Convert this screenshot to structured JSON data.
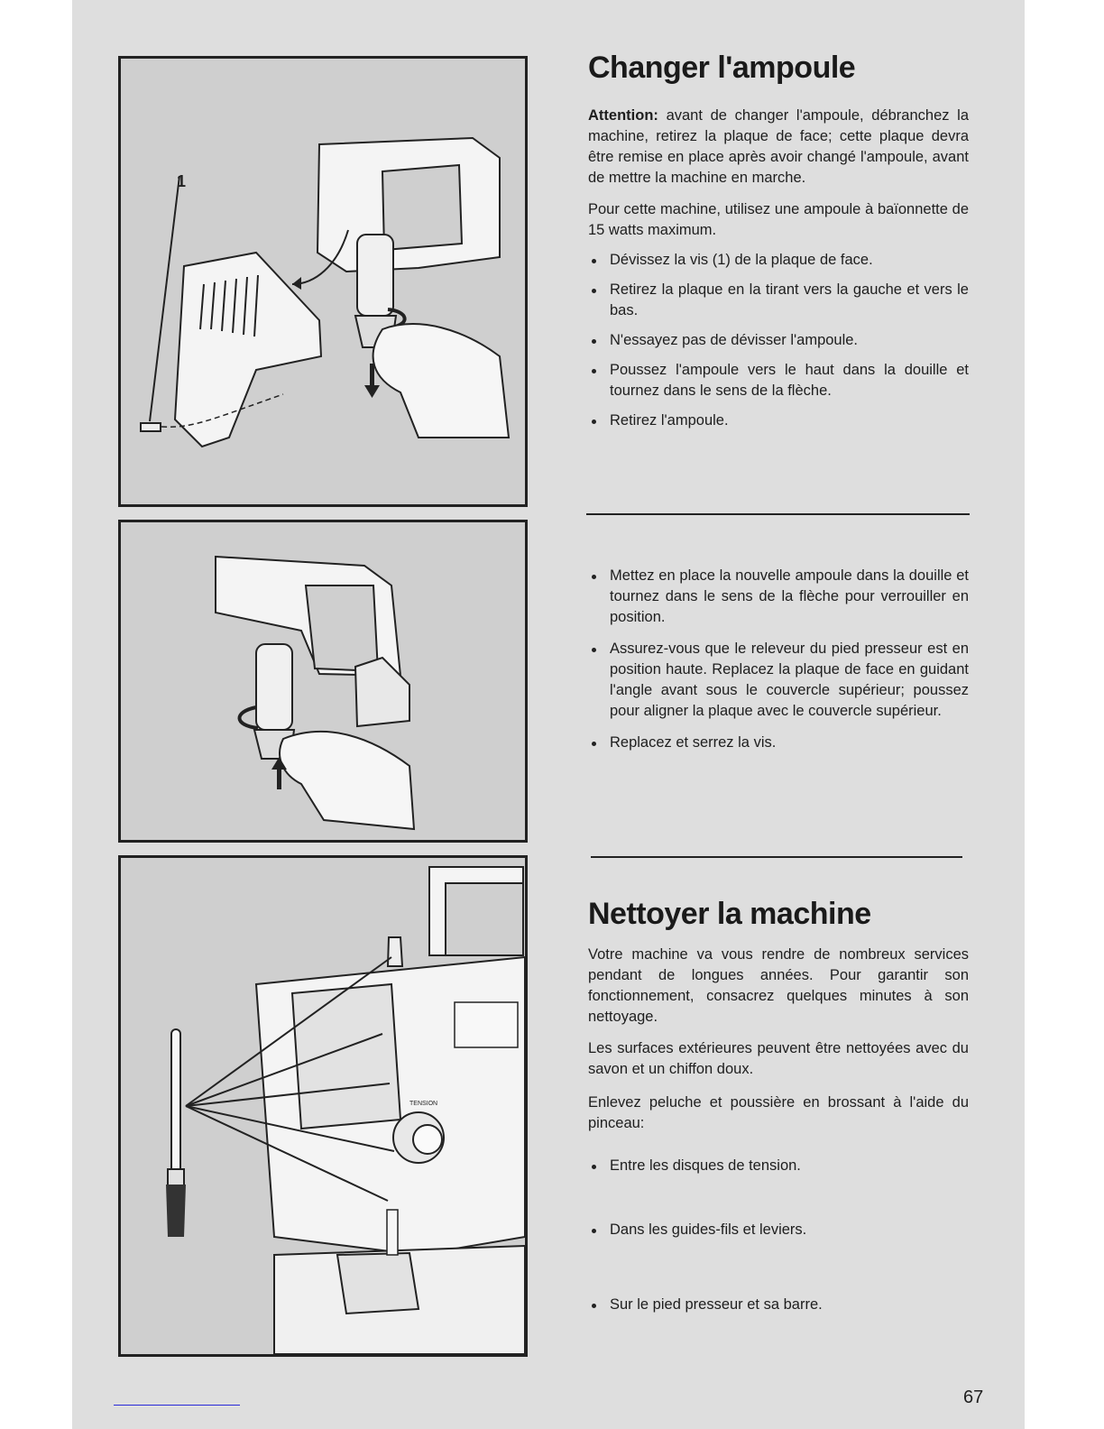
{
  "section1": {
    "title": "Changer l'ampoule",
    "attention_label": "Attention:",
    "attention_text": "avant de changer l'ampoule, débranchez la machine, retirez la plaque de face; cette plaque devra être remise en place après avoir changé l'ampoule, avant de mettre la machine en marche.",
    "bulb_note": "Pour cette machine, utilisez une ampoule à baïonnette de 15 watts maximum.",
    "steps_remove": [
      "Dévissez la vis (1) de la plaque de face.",
      "Retirez la plaque en la tirant vers la gauche et vers le bas.",
      "N'essayez pas de dévisser l'ampoule.",
      "Poussez l'ampoule vers le haut dans la douille et tournez dans le sens de la flèche.",
      "Retirez l'ampoule."
    ],
    "steps_install": [
      "Mettez en place la nouvelle ampoule dans la douille et tournez dans le sens de la flèche pour verrouiller en position.",
      "Assurez-vous que le releveur du pied presseur est en position haute. Replacez la plaque de face en guidant l'angle avant sous le couvercle supérieur; poussez pour aligner la plaque avec le couvercle supérieur.",
      "Replacez et serrez la vis."
    ]
  },
  "section2": {
    "title": "Nettoyer la machine",
    "intro": "Votre machine va vous rendre de nombreux services pendant de longues années. Pour garantir son fonctionnement, consacrez quelques minutes à son nettoyage.",
    "surfaces": "Les surfaces extérieures peuvent être nettoyées avec du savon et un chiffon doux.",
    "brush_intro": "Enlevez peluche et poussière en brossant à l'aide du pinceau:",
    "items": [
      "Entre les disques de tension.",
      "Dans les guides-fils et leviers.",
      "Sur le pied presseur et sa barre."
    ]
  },
  "figures": {
    "fig1_callout": "1",
    "fig3_dial_label": "TENSION"
  },
  "page_number": "67"
}
